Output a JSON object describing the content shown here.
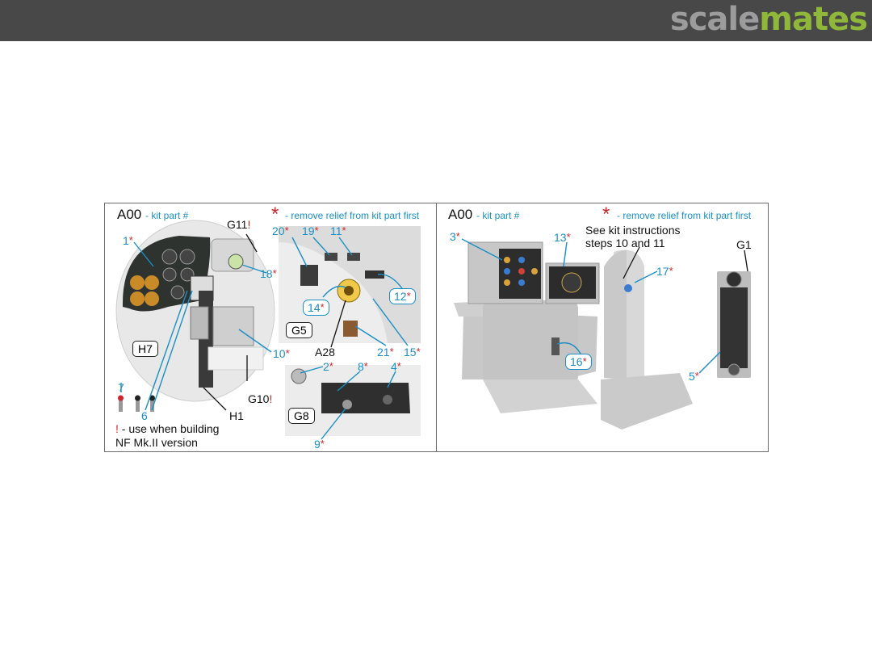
{
  "brand": {
    "logo_part1": "scale",
    "logo_part2": "mates"
  },
  "left_panel": {
    "kit_code": "A00",
    "kit_part_label": "- kit part #",
    "relief_star": "*",
    "relief_note": "- remove relief from kit part first",
    "use_note_mark": "!",
    "use_note_line1": "- use when building",
    "use_note_line2": "NF Mk.II version",
    "black_labels": {
      "g11": "G11",
      "h7": "H7",
      "g10": "G10",
      "h1": "H1",
      "g5": "G5",
      "g8": "G8",
      "a28": "A28"
    },
    "blue_labels": {
      "n1": "1",
      "n18": "18",
      "n10": "10",
      "n7": "7",
      "n6": "6",
      "n20": "20",
      "n19": "19",
      "n11": "11",
      "n14": "14",
      "n12": "12",
      "n21": "21",
      "n15": "15",
      "n2": "2",
      "n8": "8",
      "n4": "4",
      "n9": "9"
    },
    "excl": "!"
  },
  "right_panel": {
    "kit_code": "A00",
    "kit_part_label": "- kit part #",
    "relief_star": "*",
    "relief_note": "- remove relief from kit part first",
    "instructions_line1": "See kit instructions",
    "instructions_line2": "steps 10 and 11",
    "black_labels": {
      "g1": "G1"
    },
    "blue_labels": {
      "n3": "3",
      "n13": "13",
      "n17": "17",
      "n16": "16",
      "n5": "5"
    }
  },
  "star": "*"
}
